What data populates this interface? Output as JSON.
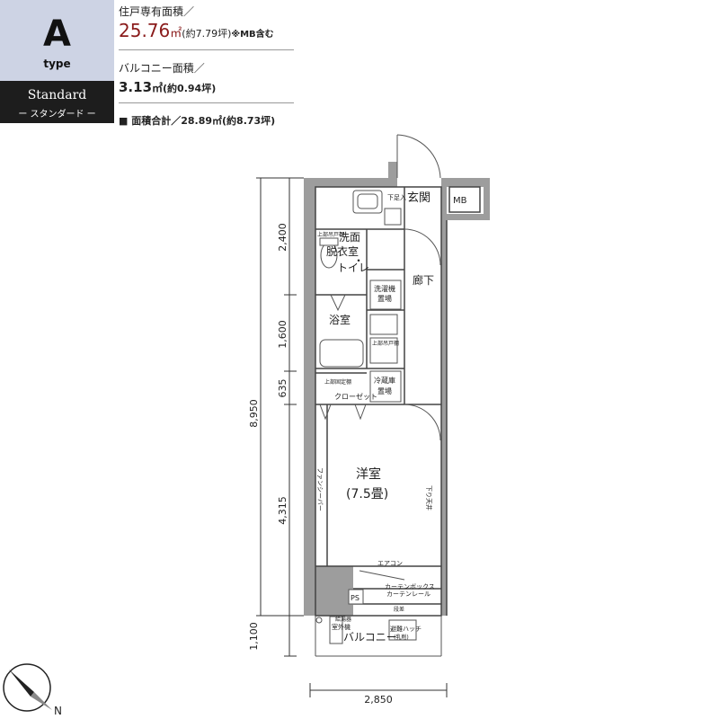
{
  "type_label": {
    "letter": "A",
    "sub": "type"
  },
  "standard": {
    "title": "Standard",
    "sub": "ー スタンダード ー"
  },
  "area": {
    "private_label": "住戸専有面積／",
    "private_value": "25.76",
    "private_unit": "㎡",
    "private_tsubo": "(約7.79坪)",
    "private_note": "※MB含む",
    "balcony_label": "バルコニー面積／",
    "balcony_value": "3.13",
    "balcony_unit": "㎡",
    "balcony_tsubo": "(約0.94坪)",
    "total": "■ 面積合計／28.89㎡(約8.73坪)"
  },
  "rooms": {
    "entrance": "玄関",
    "mb": "MB",
    "shoes": "下足入",
    "washroom_1": "洗面",
    "washroom_2": "脱衣室",
    "washroom_3": "・",
    "washroom_4": "トイレ",
    "upper_shelf_1": "上部吊戸棚",
    "hallway": "廊下",
    "washer_1": "洗濯機",
    "washer_2": "置場",
    "bath": "浴室",
    "upper_shelf_2": "上部吊戸棚",
    "fridge_1": "冷蔵庫",
    "fridge_2": "置場",
    "upper_shelf_3": "上部固定棚",
    "closet": "クローゼット",
    "western_1": "洋室",
    "western_2": "(7.5畳)",
    "fancy_bar": "ファンシーバー",
    "downlight": "下り天井",
    "aircon": "エアコン",
    "curtain_1": "カーテンボックス",
    "curtain_2": "カーテンレール",
    "ps": "PS",
    "step": "段差",
    "balcony": "バルコニー",
    "outdoor_1": "室外機",
    "water_heater": "給湯器",
    "hatch_1": "避難ハッチ",
    "hatch_2": "(乳剤)"
  },
  "dimensions": {
    "total_height": "8,950",
    "seg1": "2,400",
    "seg2": "1,600",
    "seg3": "635",
    "seg4": "4,315",
    "seg5": "1,100",
    "width": "2,850"
  },
  "compass": {
    "label": "N"
  },
  "colors": {
    "type_bg": "#cdd3e4",
    "std_bg": "#1d1d1d",
    "area_red": "#8a1b1b",
    "wall": "#9d9d9d"
  }
}
